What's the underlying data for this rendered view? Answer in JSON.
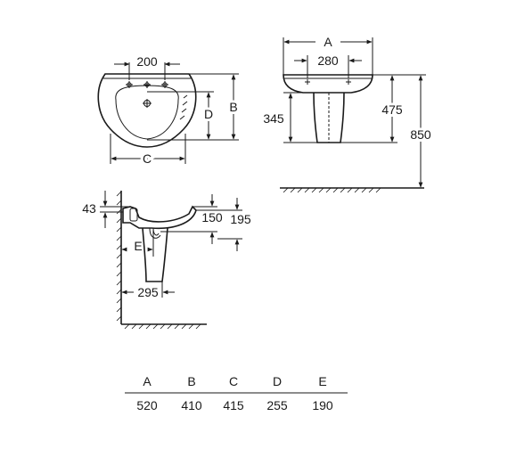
{
  "front_view": {
    "dim_top": "200",
    "dim_right": "B",
    "dim_inner": "D",
    "dim_bottom": "C"
  },
  "side_view": {
    "dim_top": "A",
    "dim_inner": "280",
    "dim_left": "345",
    "dim_right": "475",
    "dim_total": "850"
  },
  "section_view": {
    "dim_43": "43",
    "dim_150": "150",
    "dim_195": "195",
    "dim_e": "E",
    "dim_295": "295"
  },
  "table": {
    "headers": [
      "A",
      "B",
      "C",
      "D",
      "E"
    ],
    "values": [
      "520",
      "410",
      "415",
      "255",
      "190"
    ]
  }
}
